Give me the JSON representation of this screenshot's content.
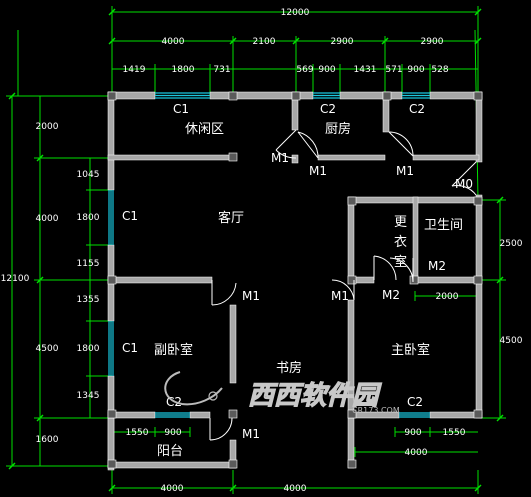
{
  "colors": {
    "background": "#000000",
    "dimension_line": "#00e000",
    "wall_fill": "#a8a8a8",
    "window": "#19c8e0",
    "text": "#ffffff"
  },
  "dimensions": {
    "top_overall": "12000",
    "top_segments": [
      "4000",
      "2100",
      "2900",
      "2900"
    ],
    "top_detail": [
      "1419",
      "1800",
      "731",
      "569",
      "900",
      "1431",
      "571",
      "900",
      "528"
    ],
    "left_overall": "12100",
    "left_segments": [
      "2000",
      "4000",
      "4500",
      "1600"
    ],
    "left_detail": [
      "1045",
      "1800",
      "1155",
      "1355",
      "1800",
      "1345"
    ],
    "right_segments": [
      "2500",
      "4500"
    ],
    "bottom_overall": [
      "4000",
      "4000"
    ],
    "bottom_detail_left": [
      "1550",
      "900"
    ],
    "bottom_detail_right": [
      "900",
      "1550"
    ],
    "mid_right": [
      "4000",
      "2000"
    ]
  },
  "rooms": {
    "leisure": "休闲区",
    "kitchen": "厨房",
    "living": "客厅",
    "bathroom": "卫生间",
    "closet_1": "更",
    "closet_2": "衣",
    "closet_3": "室",
    "second_bedroom": "副卧室",
    "study": "书房",
    "master_bedroom": "主卧室",
    "balcony": "阳台"
  },
  "tags": {
    "window_c1": "C1",
    "window_c2": "C2",
    "door_m0": "M0",
    "door_m1": "M1",
    "door_m2": "M2"
  },
  "watermark": {
    "main": "西西软件园",
    "sub": "CR173.COM"
  }
}
